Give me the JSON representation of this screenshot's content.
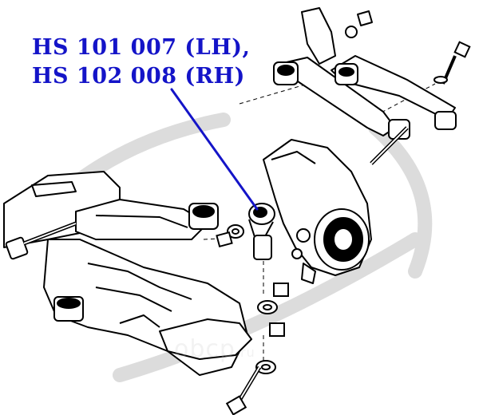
{
  "part_numbers": {
    "left": "HS 101 007 (LH),",
    "right": "HS 102 008 (RH)"
  },
  "watermark": {
    "text": "obcp",
    "suffix": ".ru"
  },
  "colors": {
    "label": "#1414c8",
    "leader_line": "#1414c8",
    "line_art": "#000000",
    "watermark": "#c8c8c8"
  }
}
